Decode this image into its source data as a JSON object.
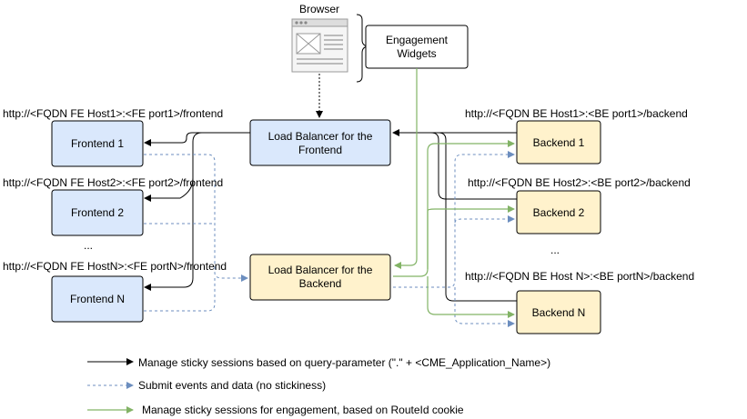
{
  "browser": {
    "title": "Browser",
    "icon": "browser-window-icon"
  },
  "widgets": {
    "line1": "Engagement",
    "line2": "Widgets"
  },
  "lb_frontend": {
    "line1": "Load Balancer for the",
    "line2": "Frontend"
  },
  "lb_backend": {
    "line1": "Load Balancer for the",
    "line2": "Backend"
  },
  "frontends": [
    {
      "label": "Frontend 1",
      "url": "http://<FQDN FE Host1>:<FE port1>/frontend"
    },
    {
      "label": "Frontend 2",
      "url": "http://<FQDN FE Host2>:<FE port2>/frontend"
    },
    {
      "label": "Frontend N",
      "url": "http://<FQDN FE HostN>:<FE portN>/frontend"
    }
  ],
  "frontend_ellipsis": "...",
  "backends": [
    {
      "label": "Backend 1",
      "url": "http://<FQDN BE Host1>:<BE port1>/backend"
    },
    {
      "label": "Backend 2",
      "url": "http://<FQDN BE Host2>:<BE port2>/backend"
    },
    {
      "label": "Backend N",
      "url": "http://<FQDN BE Host N>:<BE portN>/backend"
    }
  ],
  "backend_ellipsis": "...",
  "legend": [
    {
      "style": "solid-black",
      "text": "Manage sticky sessions based on query-parameter (\".\" + <CME_Application_Name>)"
    },
    {
      "style": "dashed-blue",
      "text": "Submit events and data (no stickiness)"
    },
    {
      "style": "solid-green",
      "text": "Manage sticky sessions for engagement, based on RouteId cookie"
    }
  ],
  "colors": {
    "frontend_fill": "#dae8fc",
    "backend_fill": "#fff2cc",
    "box_stroke": "#000000",
    "sticky_line": "#000000",
    "events_line": "#6c8ebf",
    "engagement_line": "#82b366"
  }
}
